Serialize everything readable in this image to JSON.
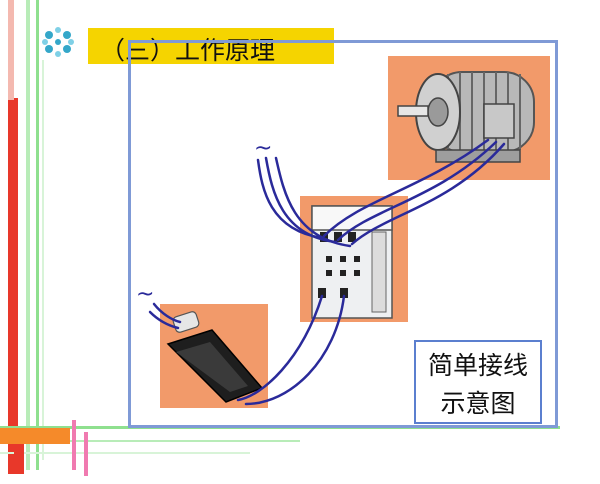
{
  "title": "（三）工作原理",
  "caption": {
    "line1": "简单接线",
    "line2": "示意图"
  },
  "supply_symbols": {
    "contactor_supply": "~",
    "switch_supply": "~"
  },
  "components": [
    {
      "name": "electric-motor",
      "icon": "motor-icon"
    },
    {
      "name": "contactor",
      "icon": "contactor-icon"
    },
    {
      "name": "foot-switch",
      "icon": "foot-switch-icon"
    }
  ],
  "colors": {
    "title_bar": "#f5d400",
    "frame_border": "#7f9ad6",
    "photo_bg": "#f29a6a",
    "wire": "#2a2a9a",
    "deco_green": "#8fe08f",
    "deco_red": "#e8382a",
    "deco_pink": "#f07ab0",
    "deco_orange": "#f58a2a",
    "asterisk": "#34a7c9"
  }
}
